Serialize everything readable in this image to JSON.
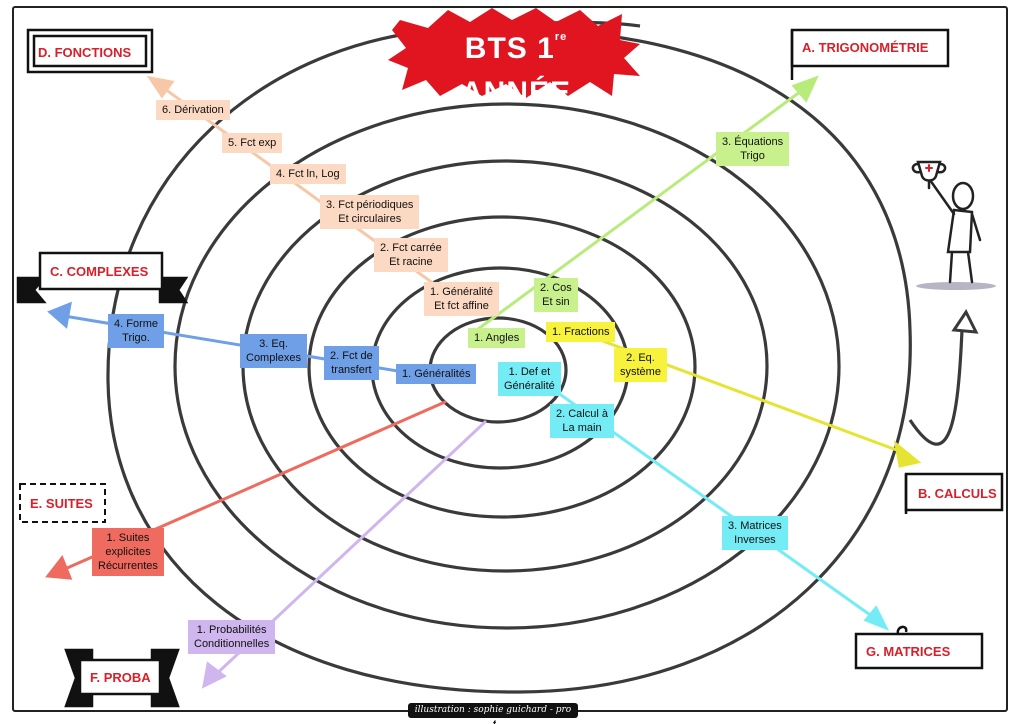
{
  "title": {
    "main": "BTS 1",
    "sup": "re",
    "rest": "ANNÉE"
  },
  "chapters": {
    "trigo": "A. TRIGONOMÉTRIE",
    "calculs": "B. CALCULS",
    "complexes": "C. COMPLEXES",
    "fonctions": "D. FONCTIONS",
    "suites": "E. SUITES",
    "proba": "F. PROBA",
    "matrices": "G. MATRICES"
  },
  "topics": {
    "trigo": [
      "1. Angles",
      "2. Cos\nEt sin",
      "3. Équations\nTrigo"
    ],
    "calculs": [
      "1. Fractions",
      "2. Eq.\nsystème"
    ],
    "complexes": [
      "1. Généralités",
      "2. Fct de\ntransfert",
      "3. Eq.\nComplexes",
      "4. Forme\nTrigo."
    ],
    "fonctions": [
      "1. Généralité\nEt fct affine",
      "2. Fct carrée\nEt racine",
      "3. Fct périodiques\nEt circulaires",
      "4. Fct ln, Log",
      "5. Fct exp",
      "6. Dérivation"
    ],
    "suites": [
      "1. Suites\nexplicites\nRécurrentes"
    ],
    "proba": [
      "1. Probabilités\nConditionnelles"
    ],
    "matrices": [
      "1. Def et\nGénéralité",
      "2. Calcul à\nLa main",
      "3. Matrices\nInverses"
    ]
  },
  "credit": "illustration : sophie guichard - pro",
  "credit_icon": "facebook-icon",
  "colors": {
    "red": "#d8202a",
    "trigo": "#c8f08c",
    "calculs": "#f7f23b",
    "complexes": "#6f9fe6",
    "fonctions": "#fbd9c2",
    "suites": "#ef6a5f",
    "proba": "#cfb6ee",
    "matrices": "#74ecf5"
  }
}
